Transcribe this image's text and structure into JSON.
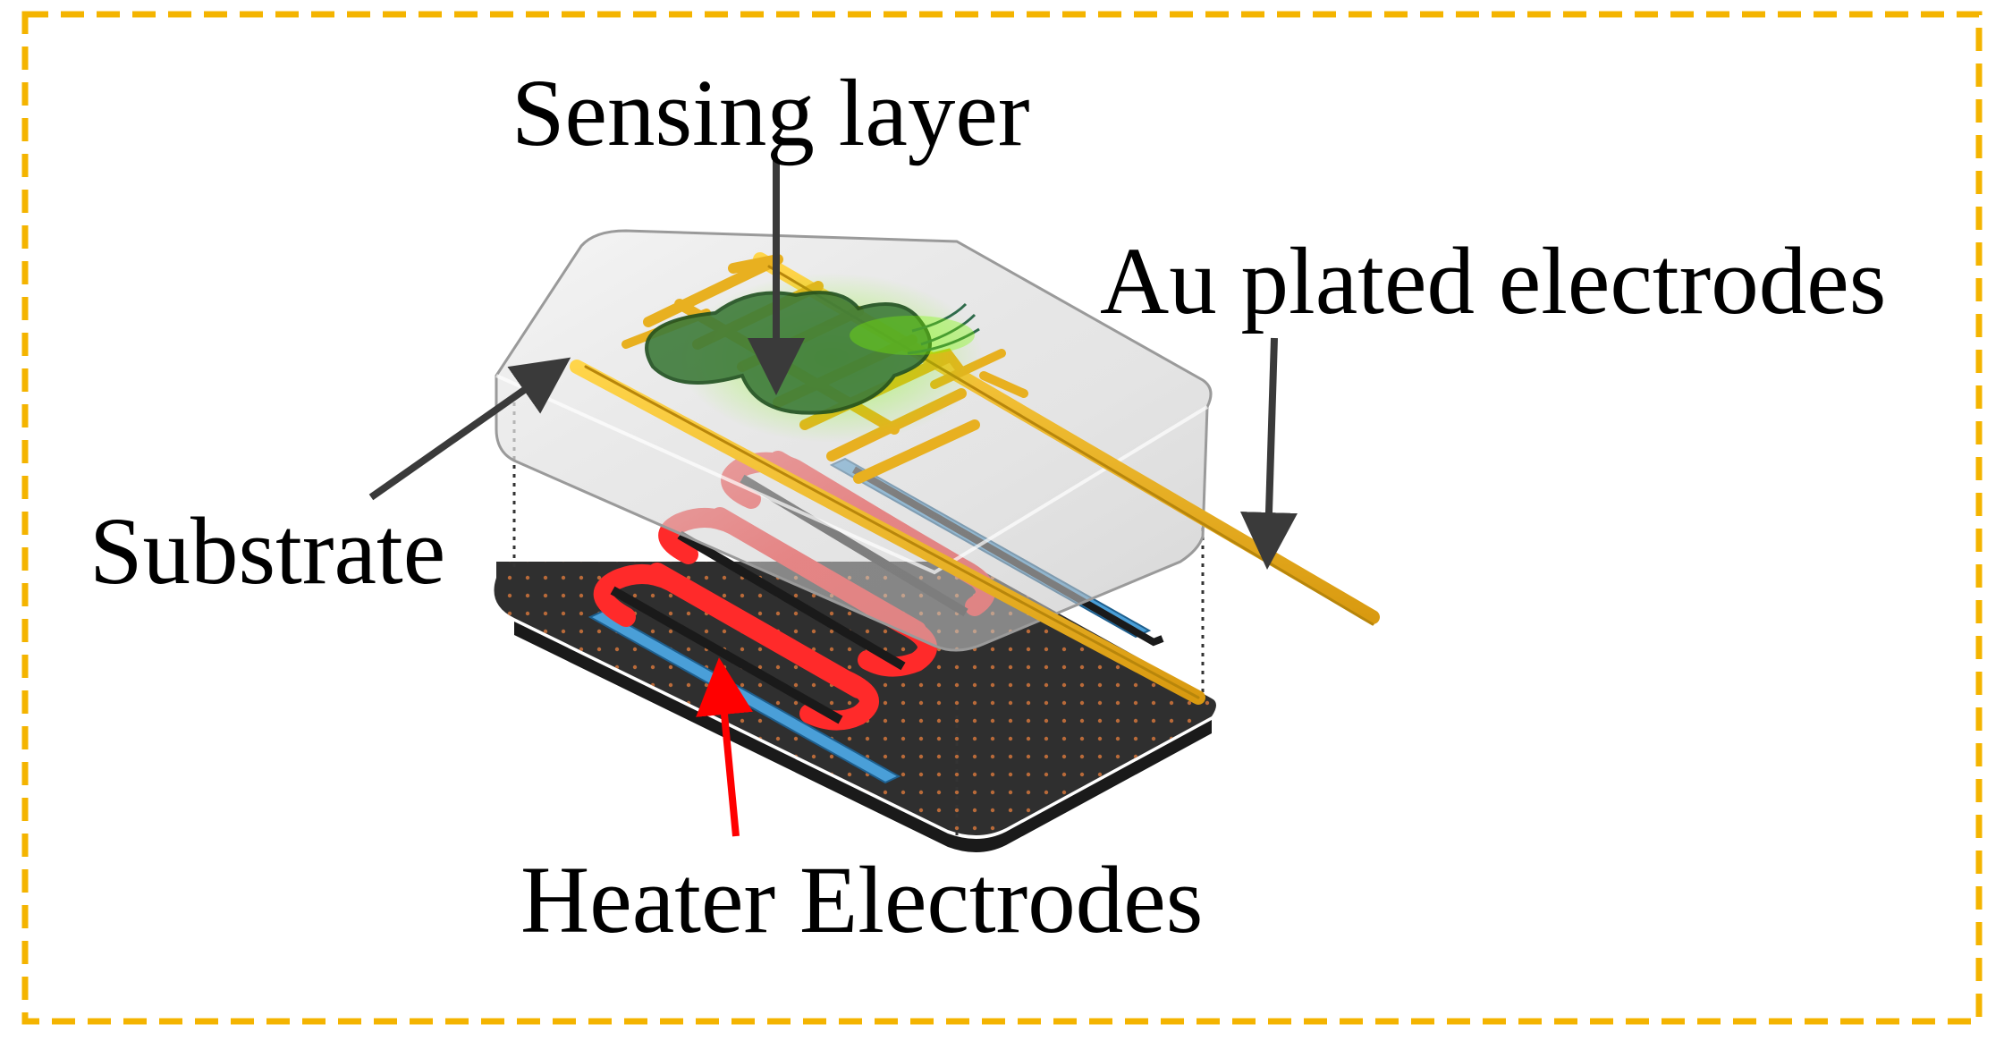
{
  "labels": {
    "sensing_layer": "Sensing layer",
    "au_electrodes": "Au plated electrodes",
    "substrate": "Substrate",
    "heater_electrodes": "Heater Electrodes"
  },
  "colors": {
    "frame_border": "#F4B400",
    "base_plate": "#2F2F2F",
    "base_dots": "#C8703A",
    "heater_red": "#FF2A2A",
    "heater_dark": "#9B0000",
    "blue_bar": "#4A9FD8",
    "gold": "#F2C12E",
    "gold_dark": "#B8860B",
    "glass": "#D8D8D8",
    "sensing_green": "#2E7D32",
    "sensing_glow": "#7CFC00",
    "arrow_dark": "#3A3A3A",
    "arrow_red": "#FF0000"
  }
}
